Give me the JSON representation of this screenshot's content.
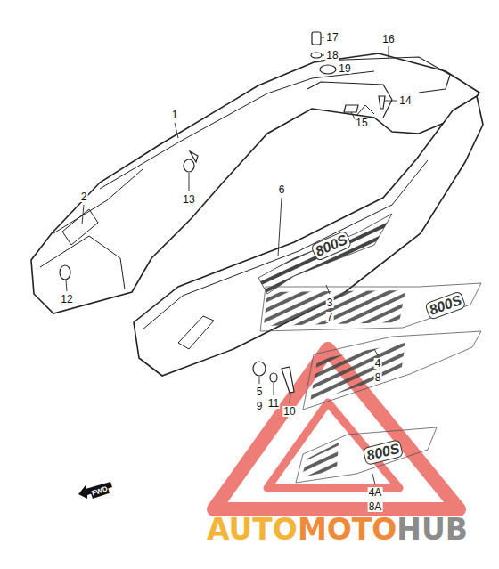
{
  "diagram": {
    "labels": [
      "17",
      "18",
      "19",
      "16",
      "1",
      "14",
      "15",
      "13",
      "2",
      "6",
      "12",
      "800S",
      "3",
      "7",
      "800S",
      "4",
      "8",
      "5",
      "9",
      "11",
      "10",
      "800S",
      "4A",
      "8A",
      "FWD",
      "AUTO",
      "MOTO",
      "HUB"
    ]
  }
}
